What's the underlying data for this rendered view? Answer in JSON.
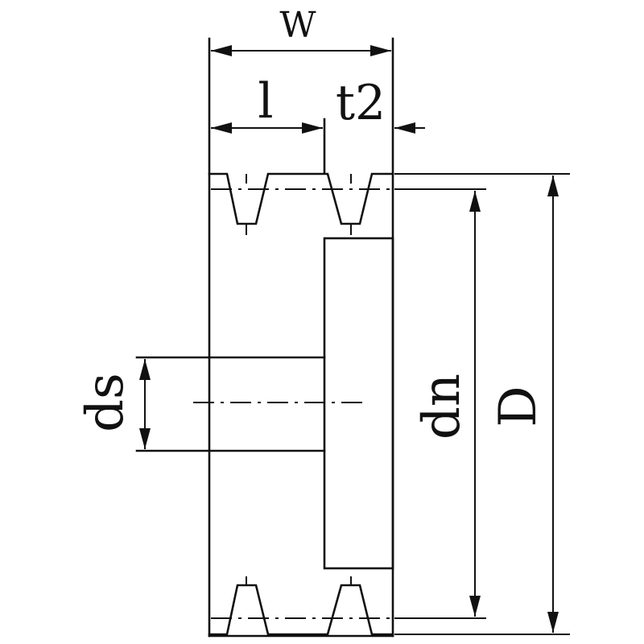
{
  "diagram": {
    "labels": {
      "W": "W",
      "l": "l",
      "t2": "t2",
      "ds": "ds",
      "dn": "dn",
      "D": "D"
    },
    "line_color": "#111111",
    "background": "#ffffff"
  }
}
